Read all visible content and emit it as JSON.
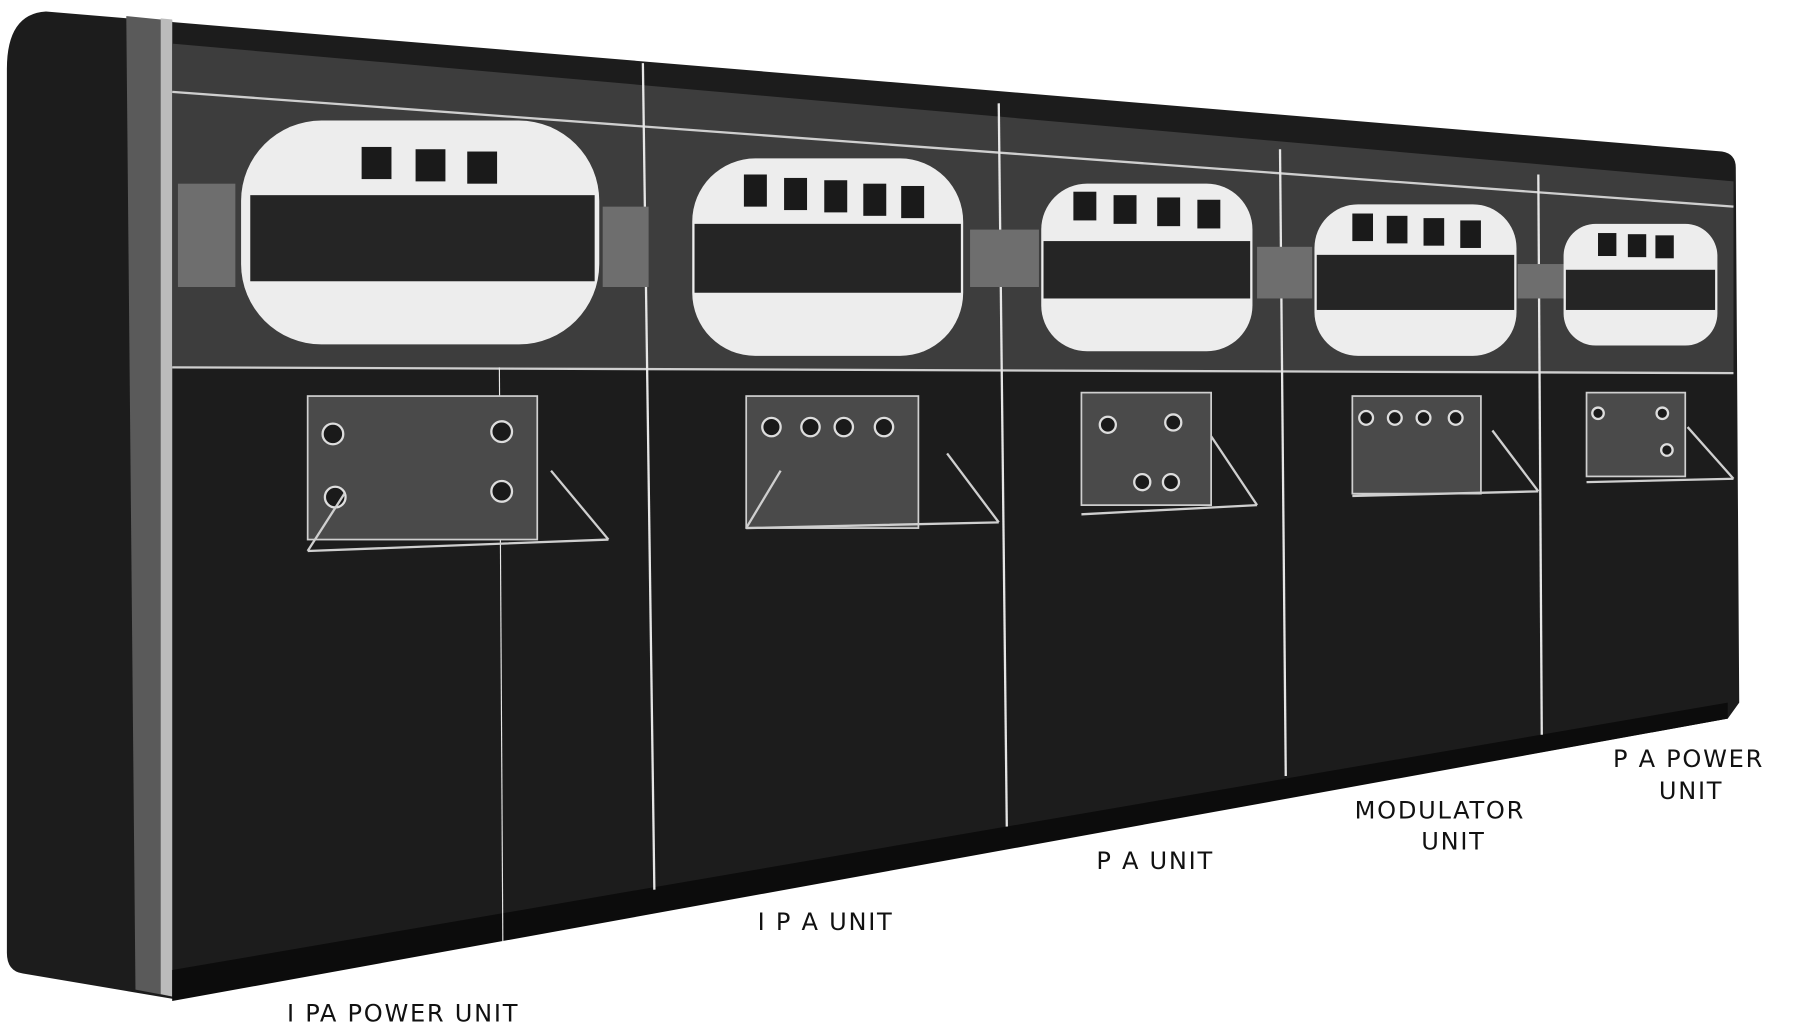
{
  "photo": {
    "subject": "transmitter-cabinet",
    "colors": {
      "cabinet": "#1c1c1c",
      "upper_band": "#3a3a3a",
      "window": "#ededed",
      "trim": "#d8d8d8",
      "background": "#ffffff"
    }
  },
  "labels": {
    "ipa_power_unit": "I PA POWER UNIT",
    "ipa_unit": "I P A UNIT",
    "pa_unit": "P A UNIT",
    "modulator_unit_line1": "MODULATOR",
    "modulator_unit_line2": "UNIT",
    "pa_power_unit_line1": "P A POWER",
    "pa_power_unit_line2": "UNIT"
  }
}
